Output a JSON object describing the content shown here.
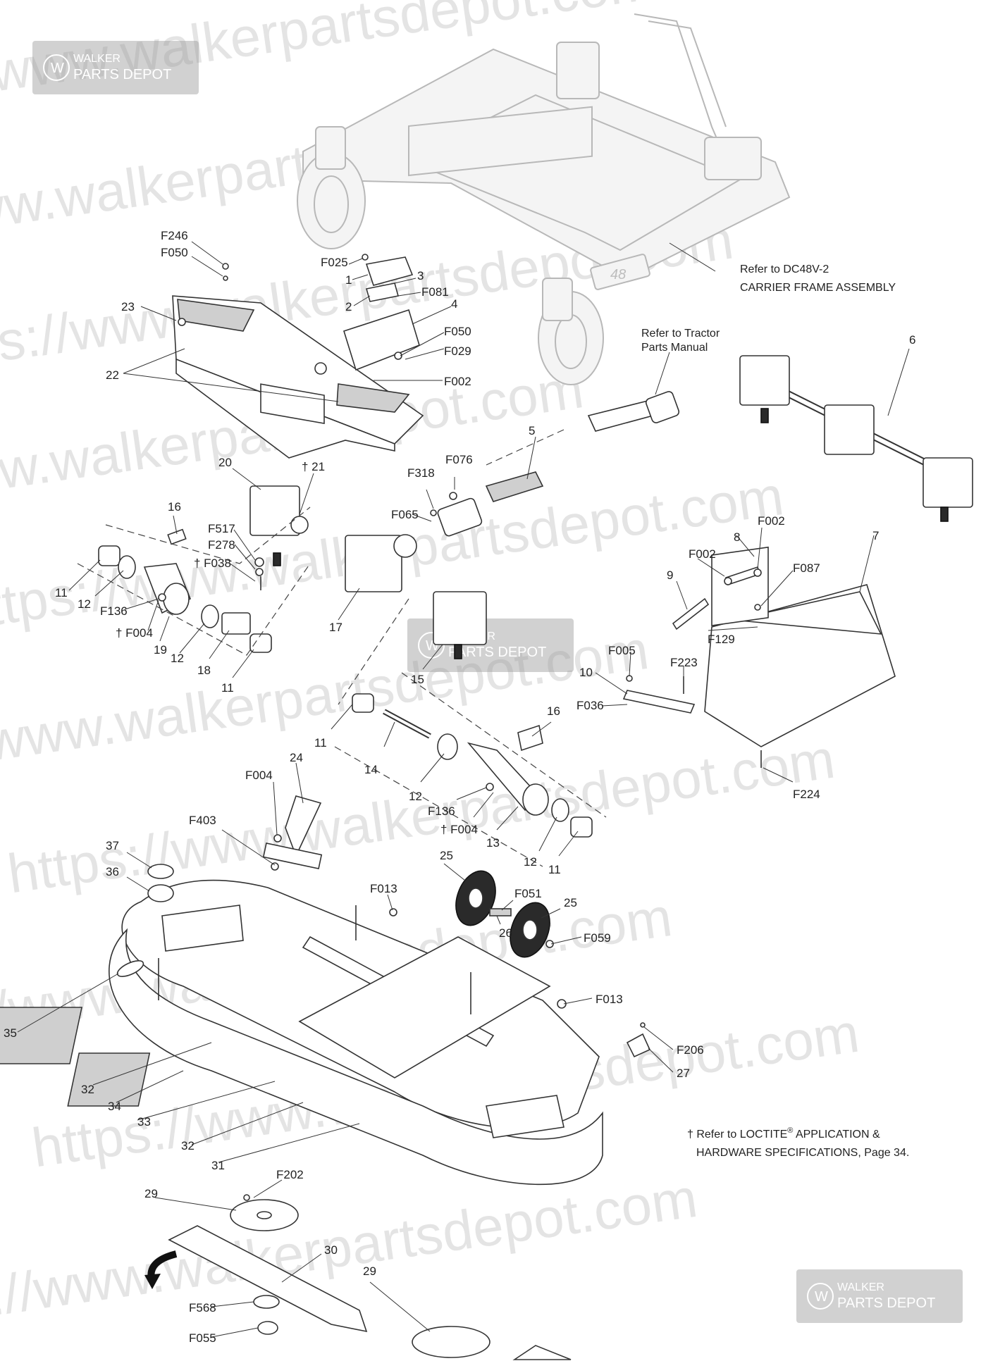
{
  "watermark": {
    "text_lines": [
      "https://www.walkerpartsdepot.com",
      "https://www.walkerpartsdepot.com",
      "https://www.walkerpartsdepot.com",
      "https://www.walkerpartsdepot.com",
      "https://www.walkerpartsdepot.com",
      "https://www.walkerpartsdepot.com",
      "https://www.walkerpartsdepot.com",
      "https://www.walkerpartsdepot.com",
      "https://www.walkerpartsdepot.com",
      "https://www.walkerpartsdepot.com"
    ],
    "badges": [
      {
        "top": "WALKER",
        "bottom": "PARTS DEPOT"
      },
      {
        "top": "WALKER",
        "bottom": "PARTS DEPOT"
      },
      {
        "top": "WALKER",
        "bottom": "PARTS DEPOT"
      }
    ]
  },
  "callouts": {
    "F246": "F246",
    "F050a": "F050",
    "F025": "F025",
    "n1": "1",
    "n3": "3",
    "n2": "2",
    "F081": "F081",
    "n4": "4",
    "F050b": "F050",
    "F029": "F029",
    "F002a": "F002",
    "n23": "23",
    "n22": "22",
    "n6": "6",
    "n5": "5",
    "F076": "F076",
    "F318": "F318",
    "F065": "F065",
    "n20": "20",
    "n21": "† 21",
    "n16a": "16",
    "F517": "F517",
    "F278": "F278",
    "F038": "† F038",
    "n11a": "11",
    "n12a": "12",
    "F136a": "F136",
    "F004a": "† F004",
    "n19": "19",
    "n12b": "12",
    "n18": "18",
    "n11b": "11",
    "n17": "17",
    "n15": "15",
    "F002b": "F002",
    "n8": "8",
    "F002c": "F002",
    "n7": "7",
    "F087": "F087",
    "n9": "9",
    "F129": "F129",
    "F005": "F005",
    "n10": "10",
    "F223": "F223",
    "F036": "F036",
    "n11c": "11",
    "n16b": "16",
    "n14": "14",
    "n12c": "12",
    "F136b": "F136",
    "F004b": "† F004",
    "n13": "13",
    "n12d": "12",
    "n11d": "11",
    "F224": "F224",
    "F004c": "F004",
    "n24": "24",
    "F403": "F403",
    "n37": "37",
    "n36": "36",
    "F013a": "F013",
    "n25a": "25",
    "F051": "F051",
    "n25b": "25",
    "n26": "26",
    "F059": "F059",
    "F013b": "F013",
    "n35": "35",
    "F206": "F206",
    "n27": "27",
    "n32a": "32",
    "n34": "34",
    "n33": "33",
    "n32b": "32",
    "n31": "31",
    "F202": "F202",
    "n29a": "29",
    "n30": "30",
    "n29b": "29",
    "F568": "F568",
    "F055": "F055"
  },
  "references": {
    "carrier_line1": "Refer to DC48V-2",
    "carrier_line2": "CARRIER FRAME ASSEMBLY",
    "tractor_line1": "Refer to Tractor",
    "tractor_line2": "Parts Manual",
    "deck_number": "48"
  },
  "footnote": {
    "line1_prefix": "† Refer to LOCTITE",
    "line1_reg": "®",
    "line1_suffix": " APPLICATION &",
    "line2": "HARDWARE SPECIFICATIONS, Page 34."
  }
}
